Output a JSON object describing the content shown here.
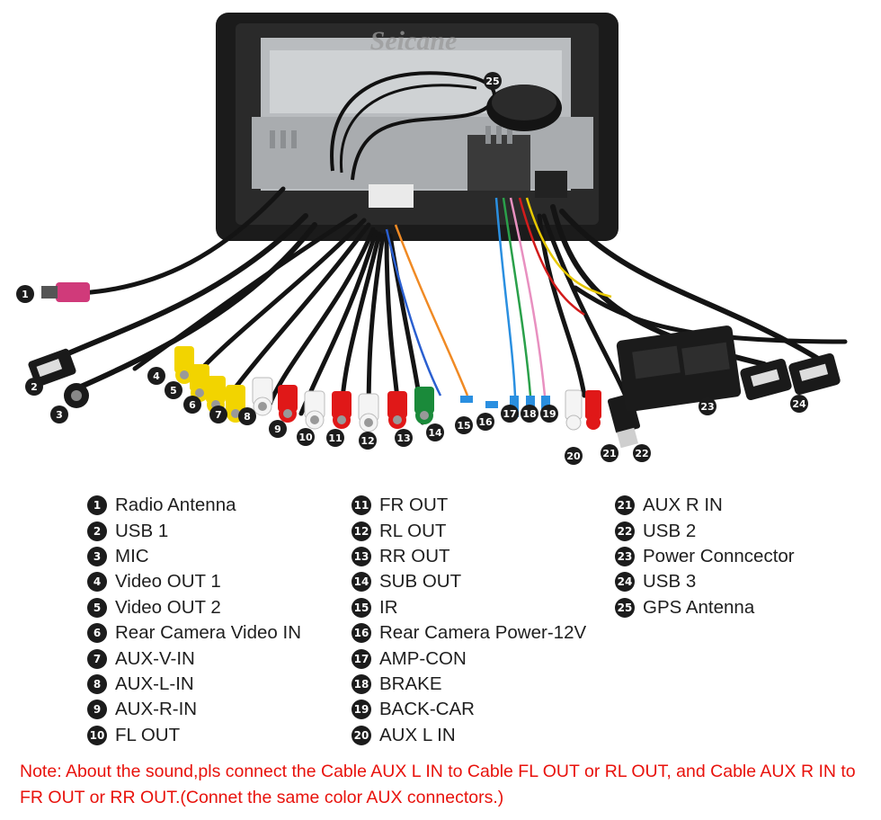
{
  "photo": {
    "brand_watermark": "Seicane",
    "callouts": [
      "1",
      "2",
      "3",
      "4",
      "5",
      "6",
      "7",
      "8",
      "9",
      "10",
      "11",
      "12",
      "13",
      "14",
      "15",
      "16",
      "17",
      "18",
      "19",
      "20",
      "21",
      "22",
      "23",
      "24",
      "25"
    ]
  },
  "legend": {
    "col1": [
      {
        "n": "1",
        "label": "Radio Antenna"
      },
      {
        "n": "2",
        "label": "USB 1"
      },
      {
        "n": "3",
        "label": "MIC"
      },
      {
        "n": "4",
        "label": "Video OUT 1"
      },
      {
        "n": "5",
        "label": "Video OUT 2"
      },
      {
        "n": "6",
        "label": "Rear Camera Video IN"
      },
      {
        "n": "7",
        "label": "AUX-V-IN"
      },
      {
        "n": "8",
        "label": "AUX-L-IN"
      },
      {
        "n": "9",
        "label": "AUX-R-IN"
      },
      {
        "n": "10",
        "label": "FL OUT"
      }
    ],
    "col2": [
      {
        "n": "11",
        "label": "FR OUT"
      },
      {
        "n": "12",
        "label": "RL OUT"
      },
      {
        "n": "13",
        "label": "RR OUT"
      },
      {
        "n": "14",
        "label": "SUB OUT"
      },
      {
        "n": "15",
        "label": "IR"
      },
      {
        "n": "16",
        "label": "Rear Camera Power-12V"
      },
      {
        "n": "17",
        "label": "AMP-CON"
      },
      {
        "n": "18",
        "label": "BRAKE"
      },
      {
        "n": "19",
        "label": "BACK-CAR"
      },
      {
        "n": "20",
        "label": "AUX L IN"
      }
    ],
    "col3": [
      {
        "n": "21",
        "label": "AUX R IN"
      },
      {
        "n": "22",
        "label": "USB 2"
      },
      {
        "n": "23",
        "label": "Power Conncector"
      },
      {
        "n": "24",
        "label": "USB 3"
      },
      {
        "n": "25",
        "label": "GPS Antenna"
      }
    ]
  },
  "note": "Note: About the sound,pls connect the Cable AUX L IN to Cable FL OUT or RL OUT, and Cable AUX R IN to FR OUT or RR OUT.(Connet the same color AUX connectors.)",
  "colors": {
    "note_text": "#e8120c",
    "callout_fill": "#1c1c1c",
    "rca_yellow": "#f2d400",
    "rca_red": "#e01818",
    "rca_white": "#f4f4f4",
    "rca_green": "#1a8a3a"
  }
}
